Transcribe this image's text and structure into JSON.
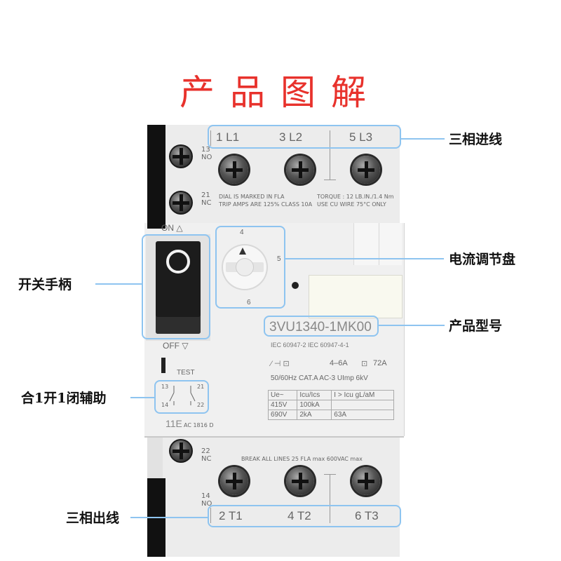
{
  "title": "产品图解",
  "top_terminals": {
    "l1": "1 L1",
    "l2": "3 L2",
    "l3": "5 L3"
  },
  "bottom_terminals": {
    "t1": "2 T1",
    "t2": "4 T2",
    "t3": "6 T3"
  },
  "aux_contacts": {
    "no_top_num": "13",
    "no_top_text": "NO",
    "nc_top_num": "21",
    "nc_top_text": "NC",
    "nc_bot_num": "22",
    "nc_bot_text": "NC",
    "no_bot_num": "14",
    "no_bot_text": "NO"
  },
  "top_notes": {
    "line1": "DIAL IS MARKED IN FLA",
    "line2": "TRIP AMPS ARE 125% CLASS 10A",
    "line3": "TORQUE : 12 LB.IN./1.4 Nm",
    "line4": "USE CU WIRE 75°C ONLY"
  },
  "handle": {
    "on": "ON",
    "off": "OFF"
  },
  "dial": {
    "mark_4": "4",
    "mark_5": "5",
    "mark_6": "6"
  },
  "model": "3VU1340-1MK00",
  "standards": "IEC 60947-2 IEC 60947-4-1",
  "ratings": {
    "range": "4–6A",
    "max": "72A",
    "line": "50/60Hz  CAT.A AC-3  UImp 6kV",
    "table": {
      "header": [
        "Ue~",
        "Icu/Ics",
        "I > Icu  gL/aM"
      ],
      "rows": [
        [
          "415V",
          "100kA",
          ""
        ],
        [
          "690V",
          "2kA",
          "63A"
        ]
      ]
    }
  },
  "test_label": "TEST",
  "aux_mark": {
    "c13": "13",
    "c21": "21",
    "c14": "14",
    "c22": "22"
  },
  "aux_block": {
    "code": "11E",
    "part": "AC 1816 D"
  },
  "bottom_note": "BREAK ALL LINES  25 FLA max 600VAC max",
  "callouts": {
    "input": "三相进线",
    "dial": "电流调节盘",
    "handle": "开关手柄",
    "model": "产品型号",
    "aux": "合1开1闭辅助",
    "output": "三相出线"
  },
  "colors": {
    "title": "#e8322c",
    "callout": "#8ec4f0",
    "body": "#ececec",
    "rail": "#111111"
  }
}
